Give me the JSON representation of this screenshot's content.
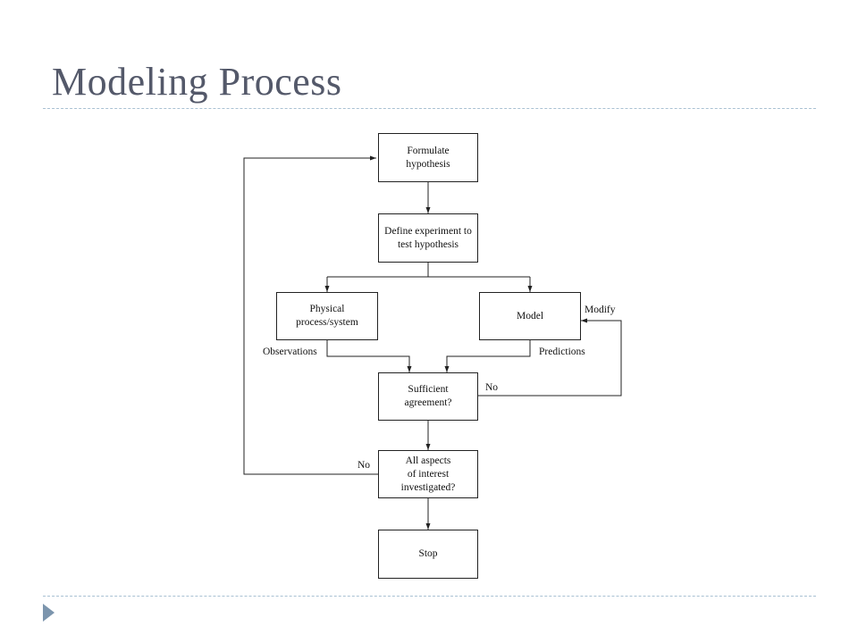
{
  "title": "Modeling Process",
  "diagram": {
    "nodes": {
      "formulate": "Formulate\nhypothesis",
      "define": "Define experiment to\ntest hypothesis",
      "physical": "Physical\nprocess/system",
      "model": "Model",
      "agreement": "Sufficient\nagreement?",
      "aspects": "All aspects\nof interest\ninvestigated?",
      "stop": "Stop"
    },
    "labels": {
      "observations": "Observations",
      "predictions": "Predictions",
      "modify": "Modify",
      "no_agreement": "No",
      "no_aspects": "No"
    },
    "edges": [
      {
        "from": "formulate",
        "to": "define"
      },
      {
        "from": "define",
        "to": "physical"
      },
      {
        "from": "define",
        "to": "model"
      },
      {
        "from": "physical",
        "to": "agreement",
        "label": "Observations"
      },
      {
        "from": "model",
        "to": "agreement",
        "label": "Predictions"
      },
      {
        "from": "agreement",
        "to": "model",
        "label": "No / Modify"
      },
      {
        "from": "agreement",
        "to": "aspects"
      },
      {
        "from": "aspects",
        "to": "formulate",
        "label": "No"
      },
      {
        "from": "aspects",
        "to": "stop"
      }
    ]
  }
}
